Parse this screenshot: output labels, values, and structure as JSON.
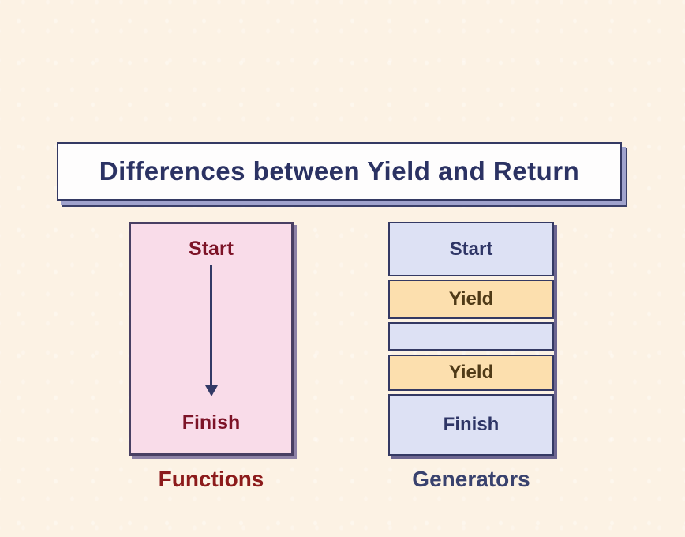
{
  "title": {
    "text": "Differences between Yield and Return"
  },
  "functions": {
    "label": "Functions",
    "start": "Start",
    "finish": "Finish",
    "arrow": "down-arrow"
  },
  "generators": {
    "label": "Generators",
    "segments": [
      {
        "text": "Start",
        "type": "normal"
      },
      {
        "text": "Yield",
        "type": "yield"
      },
      {
        "text": "",
        "type": "normal"
      },
      {
        "text": "Yield",
        "type": "yield"
      },
      {
        "text": "Finish",
        "type": "normal"
      }
    ]
  },
  "colors": {
    "page_background": "#fcf2e4",
    "title_background": "#fefdfd",
    "navy_border": "#343963",
    "navy_text": "#2b3263",
    "shadow_periwinkle": "#a0a3cd",
    "functions_box_background": "#f9dce9",
    "maroon_text": "#7d1327",
    "functions_label_red": "#8c1b1b",
    "segment_lavender": "#dde1f4",
    "segment_peach": "#fcdfae",
    "yield_text_brown": "#4f3a17",
    "generators_label_navy": "#39426e",
    "arrow_navy": "#333a66"
  }
}
